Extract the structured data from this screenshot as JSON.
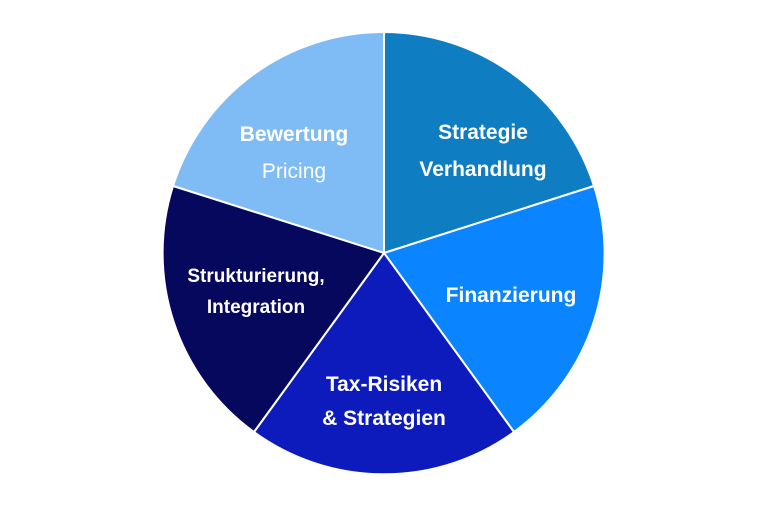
{
  "segments": [
    {
      "id": "strategie",
      "lines": [
        "Strategie",
        "Verhandlung"
      ],
      "color": "#0e7dc2"
    },
    {
      "id": "finanzierung",
      "lines": [
        "Finanzierung"
      ],
      "color": "#0a84ff"
    },
    {
      "id": "tax",
      "lines": [
        "Tax-Risiken",
        "& Strategien"
      ],
      "color": "#0d1bbd"
    },
    {
      "id": "strukturierung",
      "lines": [
        "Strukturierung,",
        "Integration"
      ],
      "color": "#06085e"
    },
    {
      "id": "bewertung",
      "lines": [
        "Bewertung",
        "Pricing"
      ],
      "color": "#7fbcf6"
    }
  ]
}
